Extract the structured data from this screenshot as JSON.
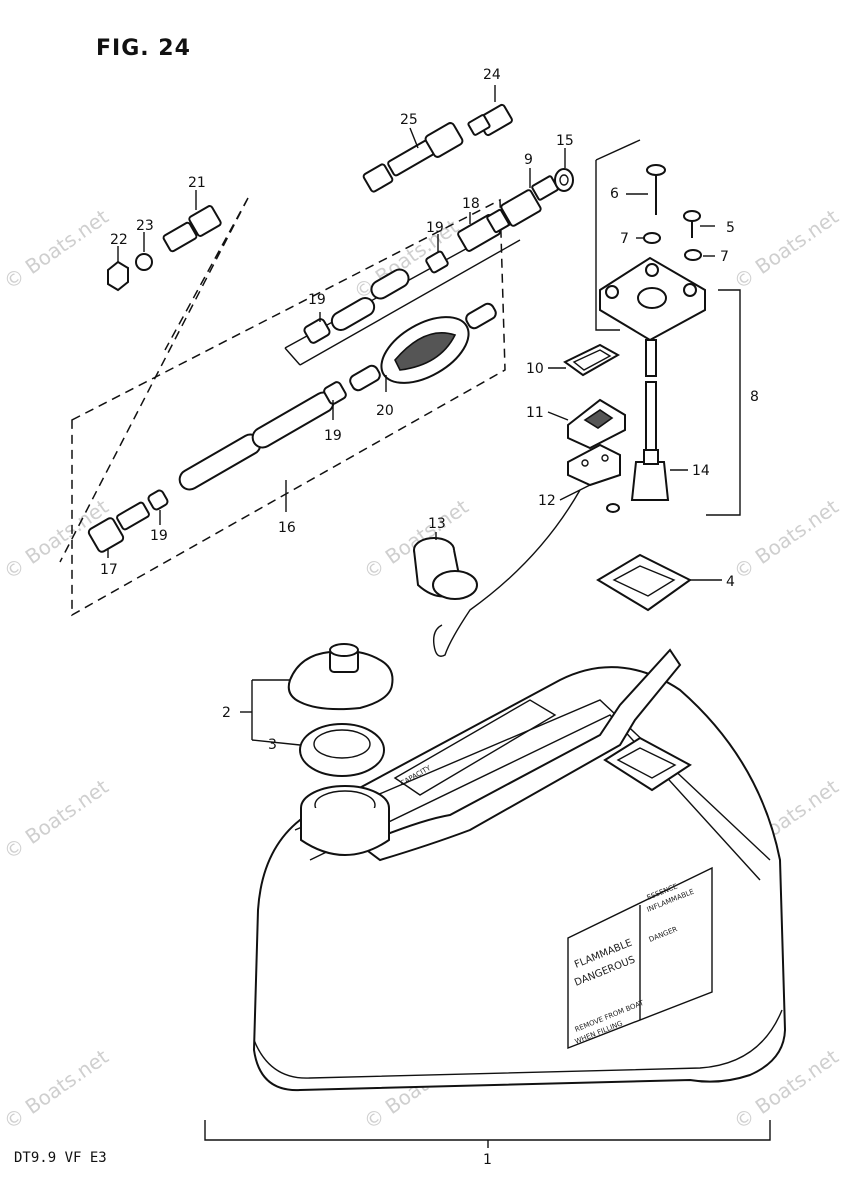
{
  "figure": {
    "title": "FIG. 24",
    "model_code": "DT9.9 VF E3",
    "watermark": "© Boats.net"
  },
  "labels": {
    "l1": "1",
    "l2": "2",
    "l3": "3",
    "l4": "4",
    "l5": "5",
    "l6": "6",
    "l7a": "7",
    "l7b": "7",
    "l8": "8",
    "l9": "9",
    "l10": "10",
    "l11": "11",
    "l12": "12",
    "l13": "13",
    "l14": "14",
    "l15": "15",
    "l16": "16",
    "l17": "17",
    "l18": "18",
    "l19a": "19",
    "l19b": "19",
    "l19c": "19",
    "l19d": "19",
    "l20": "20",
    "l21": "21",
    "l22": "22",
    "l23": "23",
    "l24": "24",
    "l25": "25"
  },
  "tank_labels": {
    "flammable_lines": [
      "FLAMMABLE",
      "DANGEROUS"
    ],
    "inflammable_lines": [
      "ESSENCE",
      "INFLAMMABLE",
      "DANGER"
    ],
    "remove_lines": [
      "REMOVE FROM BOAT",
      "WHEN FILLING"
    ],
    "capacity": "CAPACITY"
  }
}
